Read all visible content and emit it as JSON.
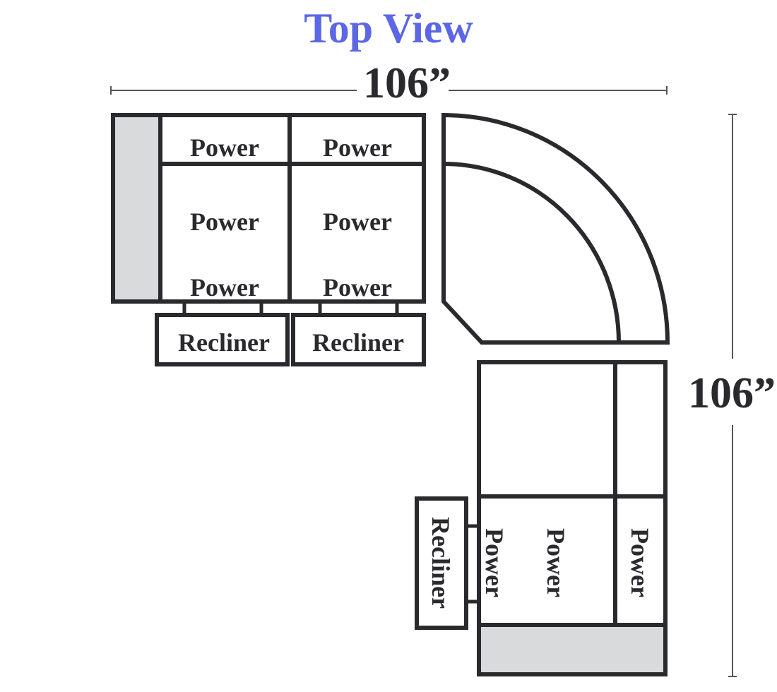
{
  "title": "Top View",
  "width_label": "106”",
  "depth_label": "106”",
  "colors": {
    "title": "#5b67e4",
    "outline": "#2a2a2e",
    "arm_fill": "#d9dadb",
    "dimension_line": "#555555",
    "text": "#2a2a2e"
  },
  "left_section": {
    "back_labels": [
      "Power",
      "Power"
    ],
    "middle_labels": [
      "Power",
      "Power"
    ],
    "lower_labels": [
      "Power",
      "Power"
    ],
    "recliner_labels": [
      "Recliner",
      "Recliner"
    ]
  },
  "right_section": {
    "recliner_label": "Recliner",
    "labels": [
      "Power",
      "Power",
      "Power"
    ]
  }
}
